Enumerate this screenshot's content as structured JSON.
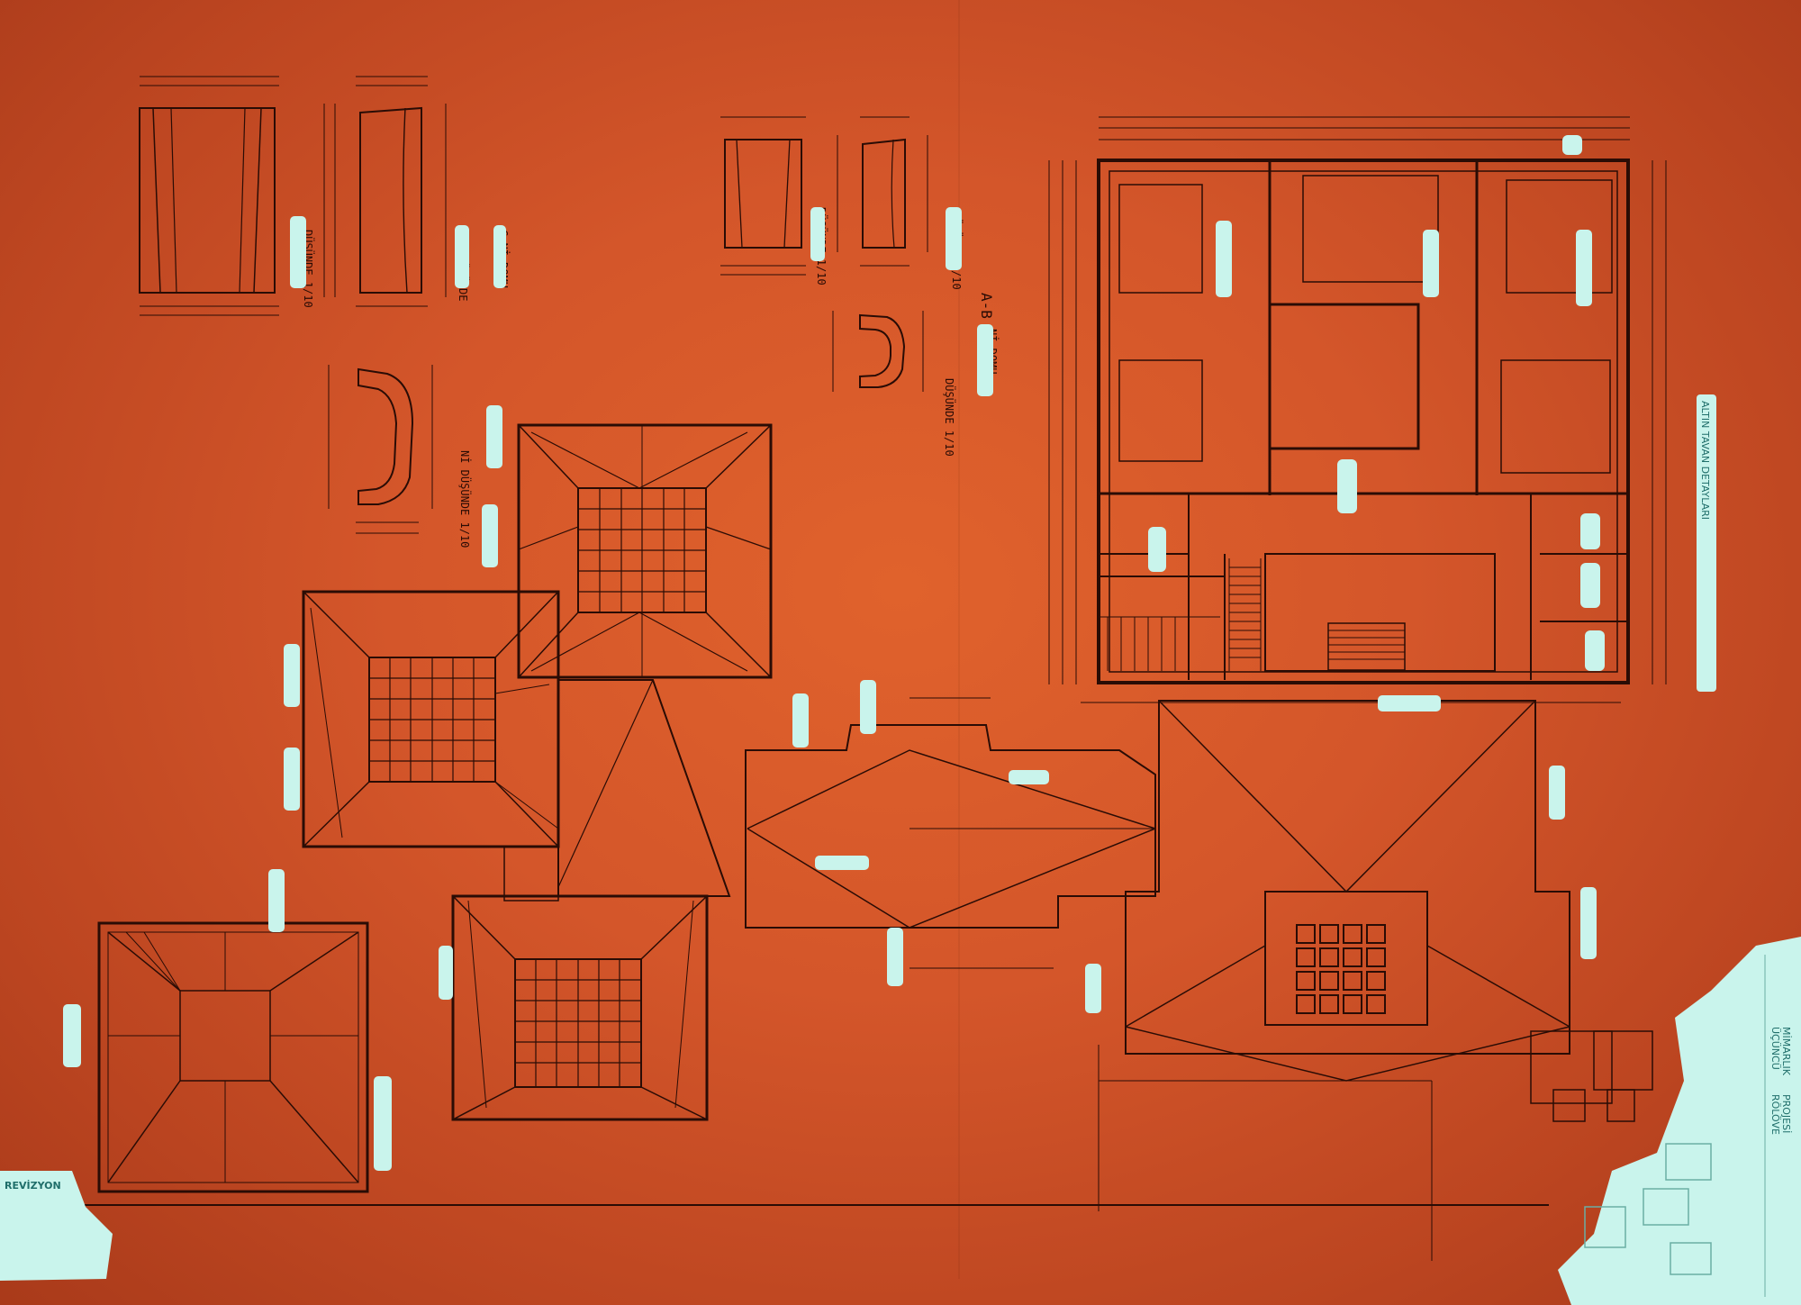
{
  "sheet": {
    "paper_color": "#d4562a",
    "ink_color": "#2a0c05",
    "label_color": "#c9f4ec"
  },
  "detail_captions": {
    "top_left_a": "DÜŞÜNDE 1/10",
    "top_left_b": "MAY DÜŞÜNDE",
    "top_left_c": "C Nİ DOMU",
    "top_mid_a": "DÜŞÜNDE 1/10",
    "top_mid_b": "DÜŞÜNDE 1/10",
    "mid_left": "Nİ DÜŞÜNDE 1/10",
    "mid_right": "DÜŞÜNDE 1/10",
    "section_ab": "A-B",
    "section_ab_sub": "Nİ DOMU"
  },
  "floorplan_tag": "ALTIN TAVAN DETAYLARI",
  "margin_tag": "REVİZYON",
  "title_block_lines": [
    "ÜÇÜNCÜ",
    "MİMARLIK",
    "RÖLÖVE",
    "PROJESİ"
  ]
}
